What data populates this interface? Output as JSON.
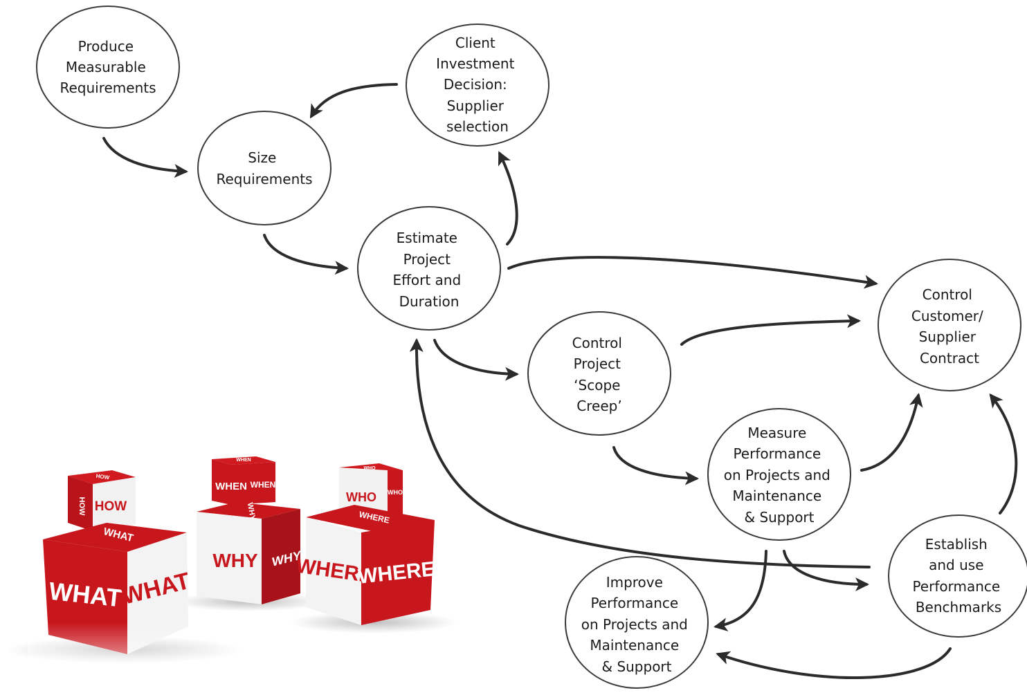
{
  "nodes": [
    {
      "id": "produce",
      "lines": [
        "Produce",
        "Measurable",
        "Requirements"
      ]
    },
    {
      "id": "size",
      "lines": [
        "Size",
        "Requirements"
      ]
    },
    {
      "id": "client",
      "lines": [
        "Client",
        "Investment",
        "Decision:",
        "Supplier",
        "selection"
      ]
    },
    {
      "id": "estimate",
      "lines": [
        "Estimate",
        "Project",
        "Effort and",
        "Duration"
      ]
    },
    {
      "id": "control-contract",
      "lines": [
        "Control",
        "Customer/",
        "Supplier",
        "Contract"
      ]
    },
    {
      "id": "scope",
      "lines": [
        "Control",
        "Project",
        "‘Scope",
        "Creep’"
      ]
    },
    {
      "id": "measure",
      "lines": [
        "Measure",
        "Performance",
        "on Projects and",
        "Maintenance",
        "& Support"
      ]
    },
    {
      "id": "benchmarks",
      "lines": [
        "Establish",
        "and use",
        "Performance",
        "Benchmarks"
      ]
    },
    {
      "id": "improve",
      "lines": [
        "Improve",
        "Performance",
        "on Projects and",
        "Maintenance",
        "& Support"
      ]
    }
  ],
  "cubes": {
    "what": {
      "front": "WHAT",
      "side": "WHAT",
      "top": "WHAT"
    },
    "why": {
      "front": "WHY",
      "side": "WHY",
      "top": "WHY"
    },
    "where": {
      "front": "WHERE",
      "side": "WHERE",
      "top": "WHERE"
    },
    "how": {
      "front": "HOW",
      "side": "HOW",
      "top": "HOW"
    },
    "when": {
      "front": "WHEN",
      "side": "WHEN",
      "top": "WHEN"
    },
    "who": {
      "front": "WHO",
      "side": "WHO",
      "top": "WHO"
    }
  },
  "colors": {
    "cube_red": "#c8161d",
    "cube_dark_red": "#8e0e12",
    "cube_white": "#f4f4f4",
    "arrow": "#2b2b2b",
    "circle_stroke": "#3a3a3a"
  }
}
